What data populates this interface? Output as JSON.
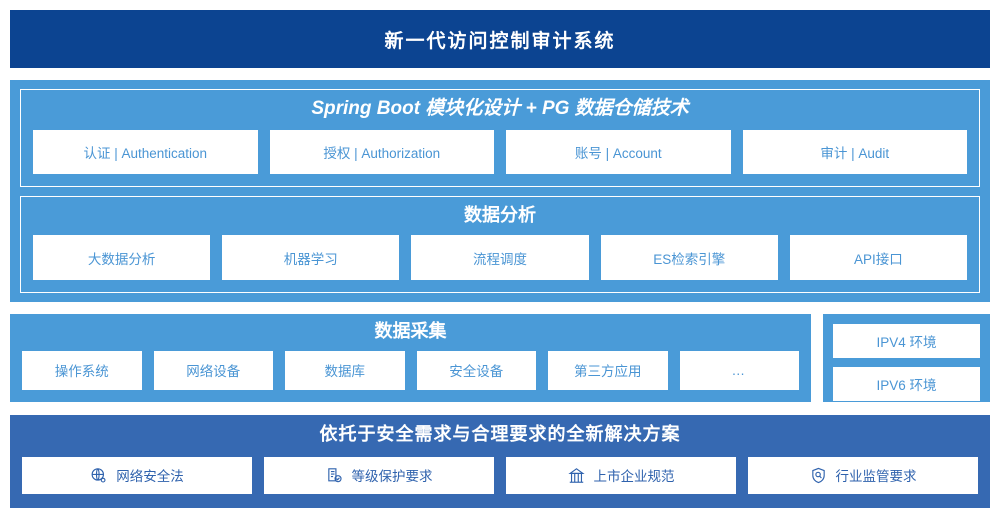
{
  "header": {
    "title": "新一代访问控制审计系统"
  },
  "colors": {
    "header_bg": "#0c4491",
    "panel_light": "#4a9bd8",
    "panel_dark": "#3669b2",
    "chip_bg": "#ffffff",
    "chip_text": "#4a95d4",
    "chip_icon_text": "#2f62ad"
  },
  "sections": {
    "platform": {
      "title": "Spring Boot 模块化设计 + PG 数据仓储技术",
      "items": [
        {
          "label": "认证 | Authentication"
        },
        {
          "label": "授权 | Authorization"
        },
        {
          "label": "账号 | Account"
        },
        {
          "label": "审计 | Audit"
        }
      ]
    },
    "analysis": {
      "title": "数据分析",
      "items": [
        {
          "label": "大数据分析"
        },
        {
          "label": "机器学习"
        },
        {
          "label": "流程调度"
        },
        {
          "label": "ES检索引擎"
        },
        {
          "label": "API接口"
        }
      ]
    },
    "collection": {
      "title": "数据采集",
      "items": [
        {
          "label": "操作系统"
        },
        {
          "label": "网络设备"
        },
        {
          "label": "数据库"
        },
        {
          "label": "安全设备"
        },
        {
          "label": "第三方应用"
        },
        {
          "label": "…"
        }
      ]
    },
    "environment": {
      "items": [
        {
          "label": "IPV4 环境"
        },
        {
          "label": "IPV6 环境"
        }
      ]
    },
    "compliance": {
      "title": "依托于安全需求与合理要求的全新解决方案",
      "items": [
        {
          "label": "网络安全法",
          "icon": "globe-network-icon"
        },
        {
          "label": "等级保护要求",
          "icon": "document-check-icon"
        },
        {
          "label": "上市企业规范",
          "icon": "bank-building-icon"
        },
        {
          "label": "行业监管要求",
          "icon": "shield-search-icon"
        }
      ]
    }
  }
}
